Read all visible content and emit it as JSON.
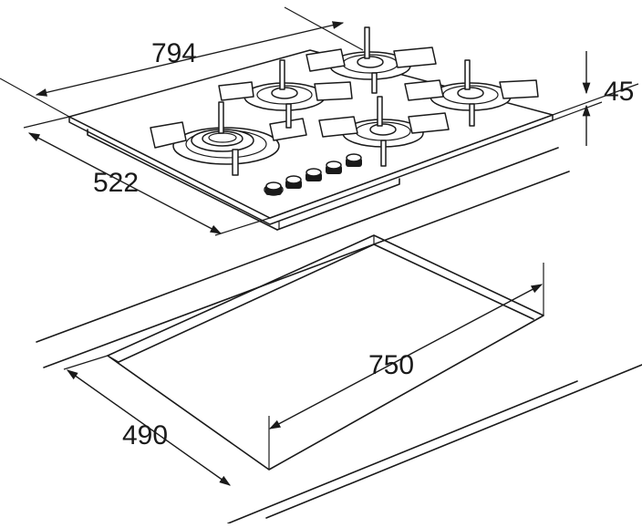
{
  "dimensions": {
    "hob_width": "794",
    "hob_depth": "522",
    "hob_height": "45",
    "cutout_width": "750",
    "cutout_depth": "490"
  }
}
